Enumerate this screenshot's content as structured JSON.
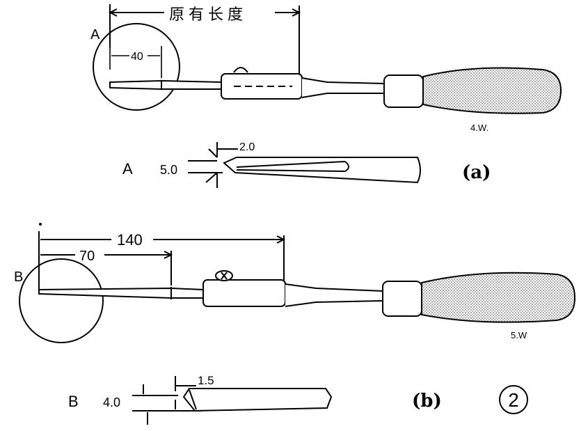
{
  "figure_a": {
    "dim_label": "原有长度",
    "circle_letter": "A",
    "tip_dim": "40",
    "signature": "4.W.",
    "detail": {
      "letter": "A",
      "thickness": "5.0",
      "tip": "2.0"
    },
    "caption": "(a)"
  },
  "figure_b": {
    "dim_long": "140",
    "dim_short": "70",
    "circle_letter": "B",
    "signature": "5.W",
    "detail": {
      "letter": "B",
      "thickness": "4.0",
      "tip": "1.5"
    },
    "caption": "(b)"
  },
  "figure_number": "2"
}
